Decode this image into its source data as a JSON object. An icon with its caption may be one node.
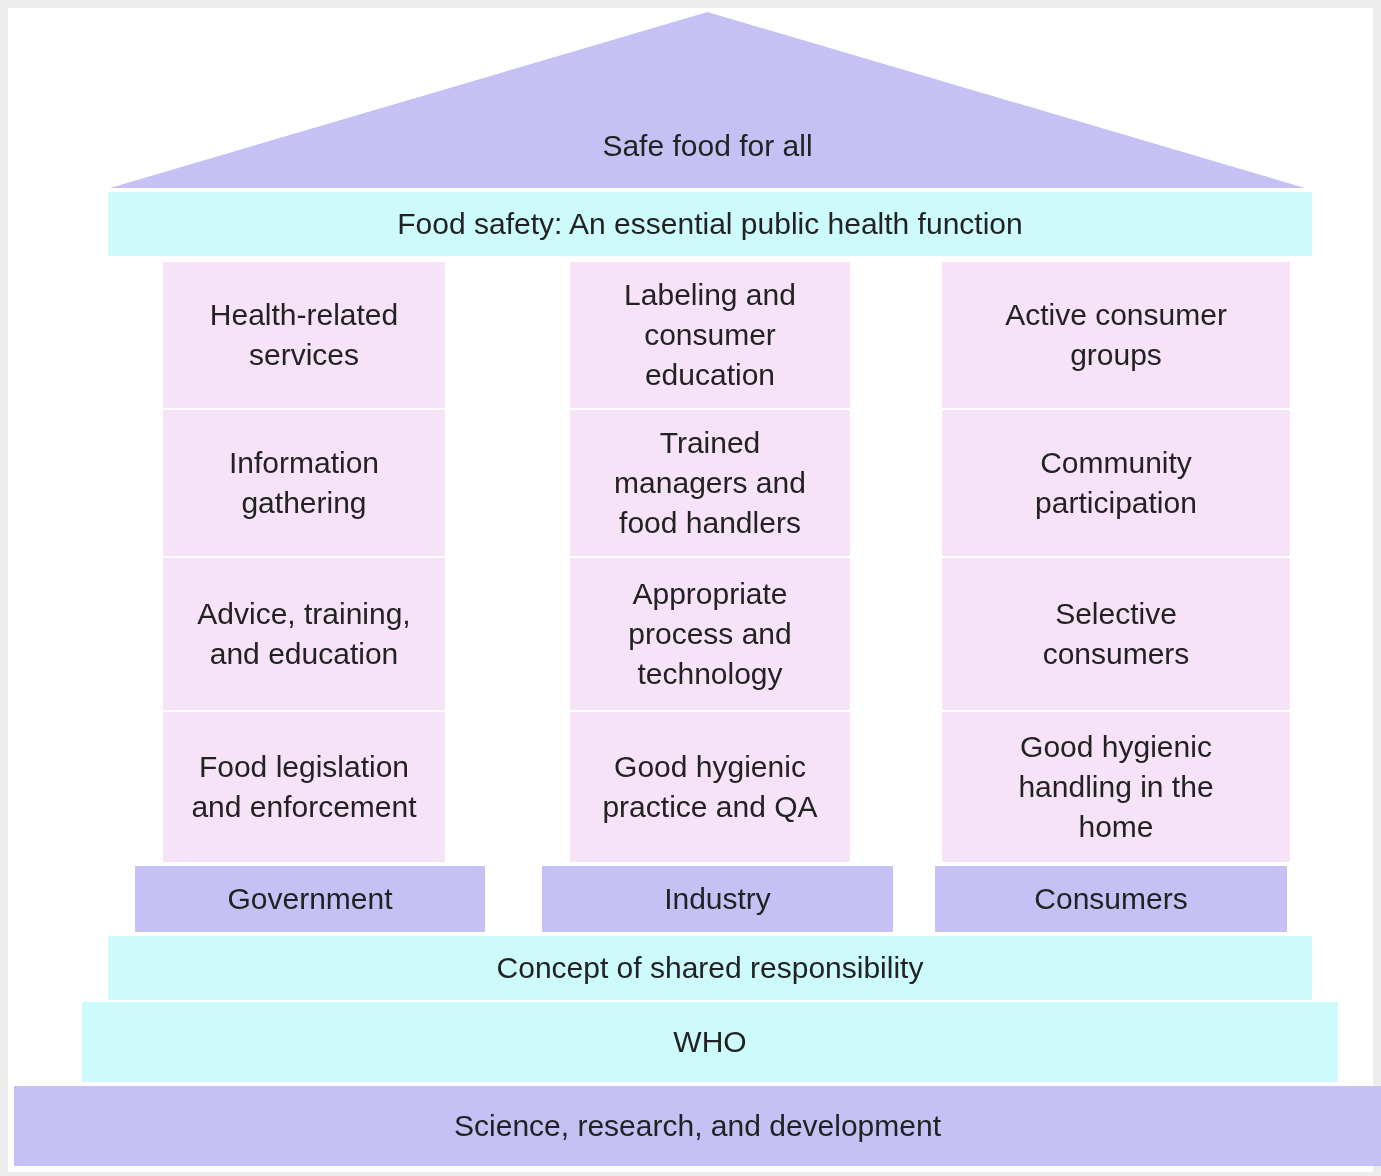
{
  "diagram": {
    "nodes": [
      {
        "text": [
          "Safe food for all"
        ]
      },
      {
        "text": [
          "Food safety: An essential public health function"
        ]
      },
      {
        "text": [
          "Health-related services"
        ]
      },
      {
        "text": [
          "Labeling and consumer education"
        ]
      },
      {
        "text": [
          "Active consumer groups"
        ]
      },
      {
        "text": [
          "Information gathering"
        ]
      },
      {
        "text": [
          "Trained managers and food handlers"
        ]
      },
      {
        "text": [
          "Community participation"
        ]
      },
      {
        "text": [
          "Advice, training, and education"
        ]
      },
      {
        "text": [
          "Appropriate process and technology"
        ]
      },
      {
        "text": [
          "Selective consumers"
        ]
      },
      {
        "text": [
          "Food legislation and enforcement"
        ]
      },
      {
        "text": [
          "Good hygienic practice and QA"
        ]
      },
      {
        "text": [
          "Good hygienic handling in the home"
        ]
      },
      {
        "text": [
          "Government"
        ]
      },
      {
        "text": [
          "Industry"
        ]
      },
      {
        "text": [
          "Consumers"
        ]
      },
      {
        "text": [
          "Concept of shared responsibility"
        ]
      },
      {
        "text": [
          "WHO"
        ]
      },
      {
        "text": [
          "Science, research, and development"
        ]
      }
    ]
  }
}
